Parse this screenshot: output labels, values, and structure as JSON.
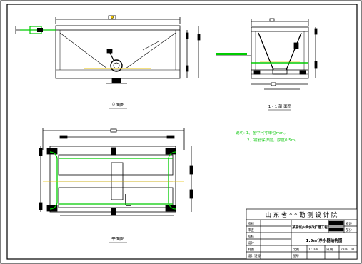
{
  "drawing": {
    "views": {
      "front": "立面图",
      "section": "1 - 1 剖 面图",
      "plan": "平面图"
    },
    "section_marker": "1",
    "notes": {
      "line1": "说明: 1、图中尺寸单位mm。",
      "line2": "2、钢筋保护层，厚度0.5m。"
    },
    "title_block": {
      "institute": "山 东 省 * * 勘 测 设 计 院",
      "rows": [
        "校核",
        "审查",
        "校核",
        "设计",
        "制图",
        "设计证号"
      ],
      "project": "某县城乡供水改扩建工程",
      "drawing_title": "1.5m³净水器结构图",
      "stage_1": "初设",
      "stage_2": "部分",
      "scale_label": "比例",
      "scale_value": "1:100",
      "date_label": "日期",
      "date_value": "2010.10",
      "sheet_label": "图号"
    },
    "colors": {
      "line": "#000000",
      "accent_green": "#00cc00",
      "accent_yellow": "#e8c000",
      "notes_green": "#22cc22"
    }
  }
}
